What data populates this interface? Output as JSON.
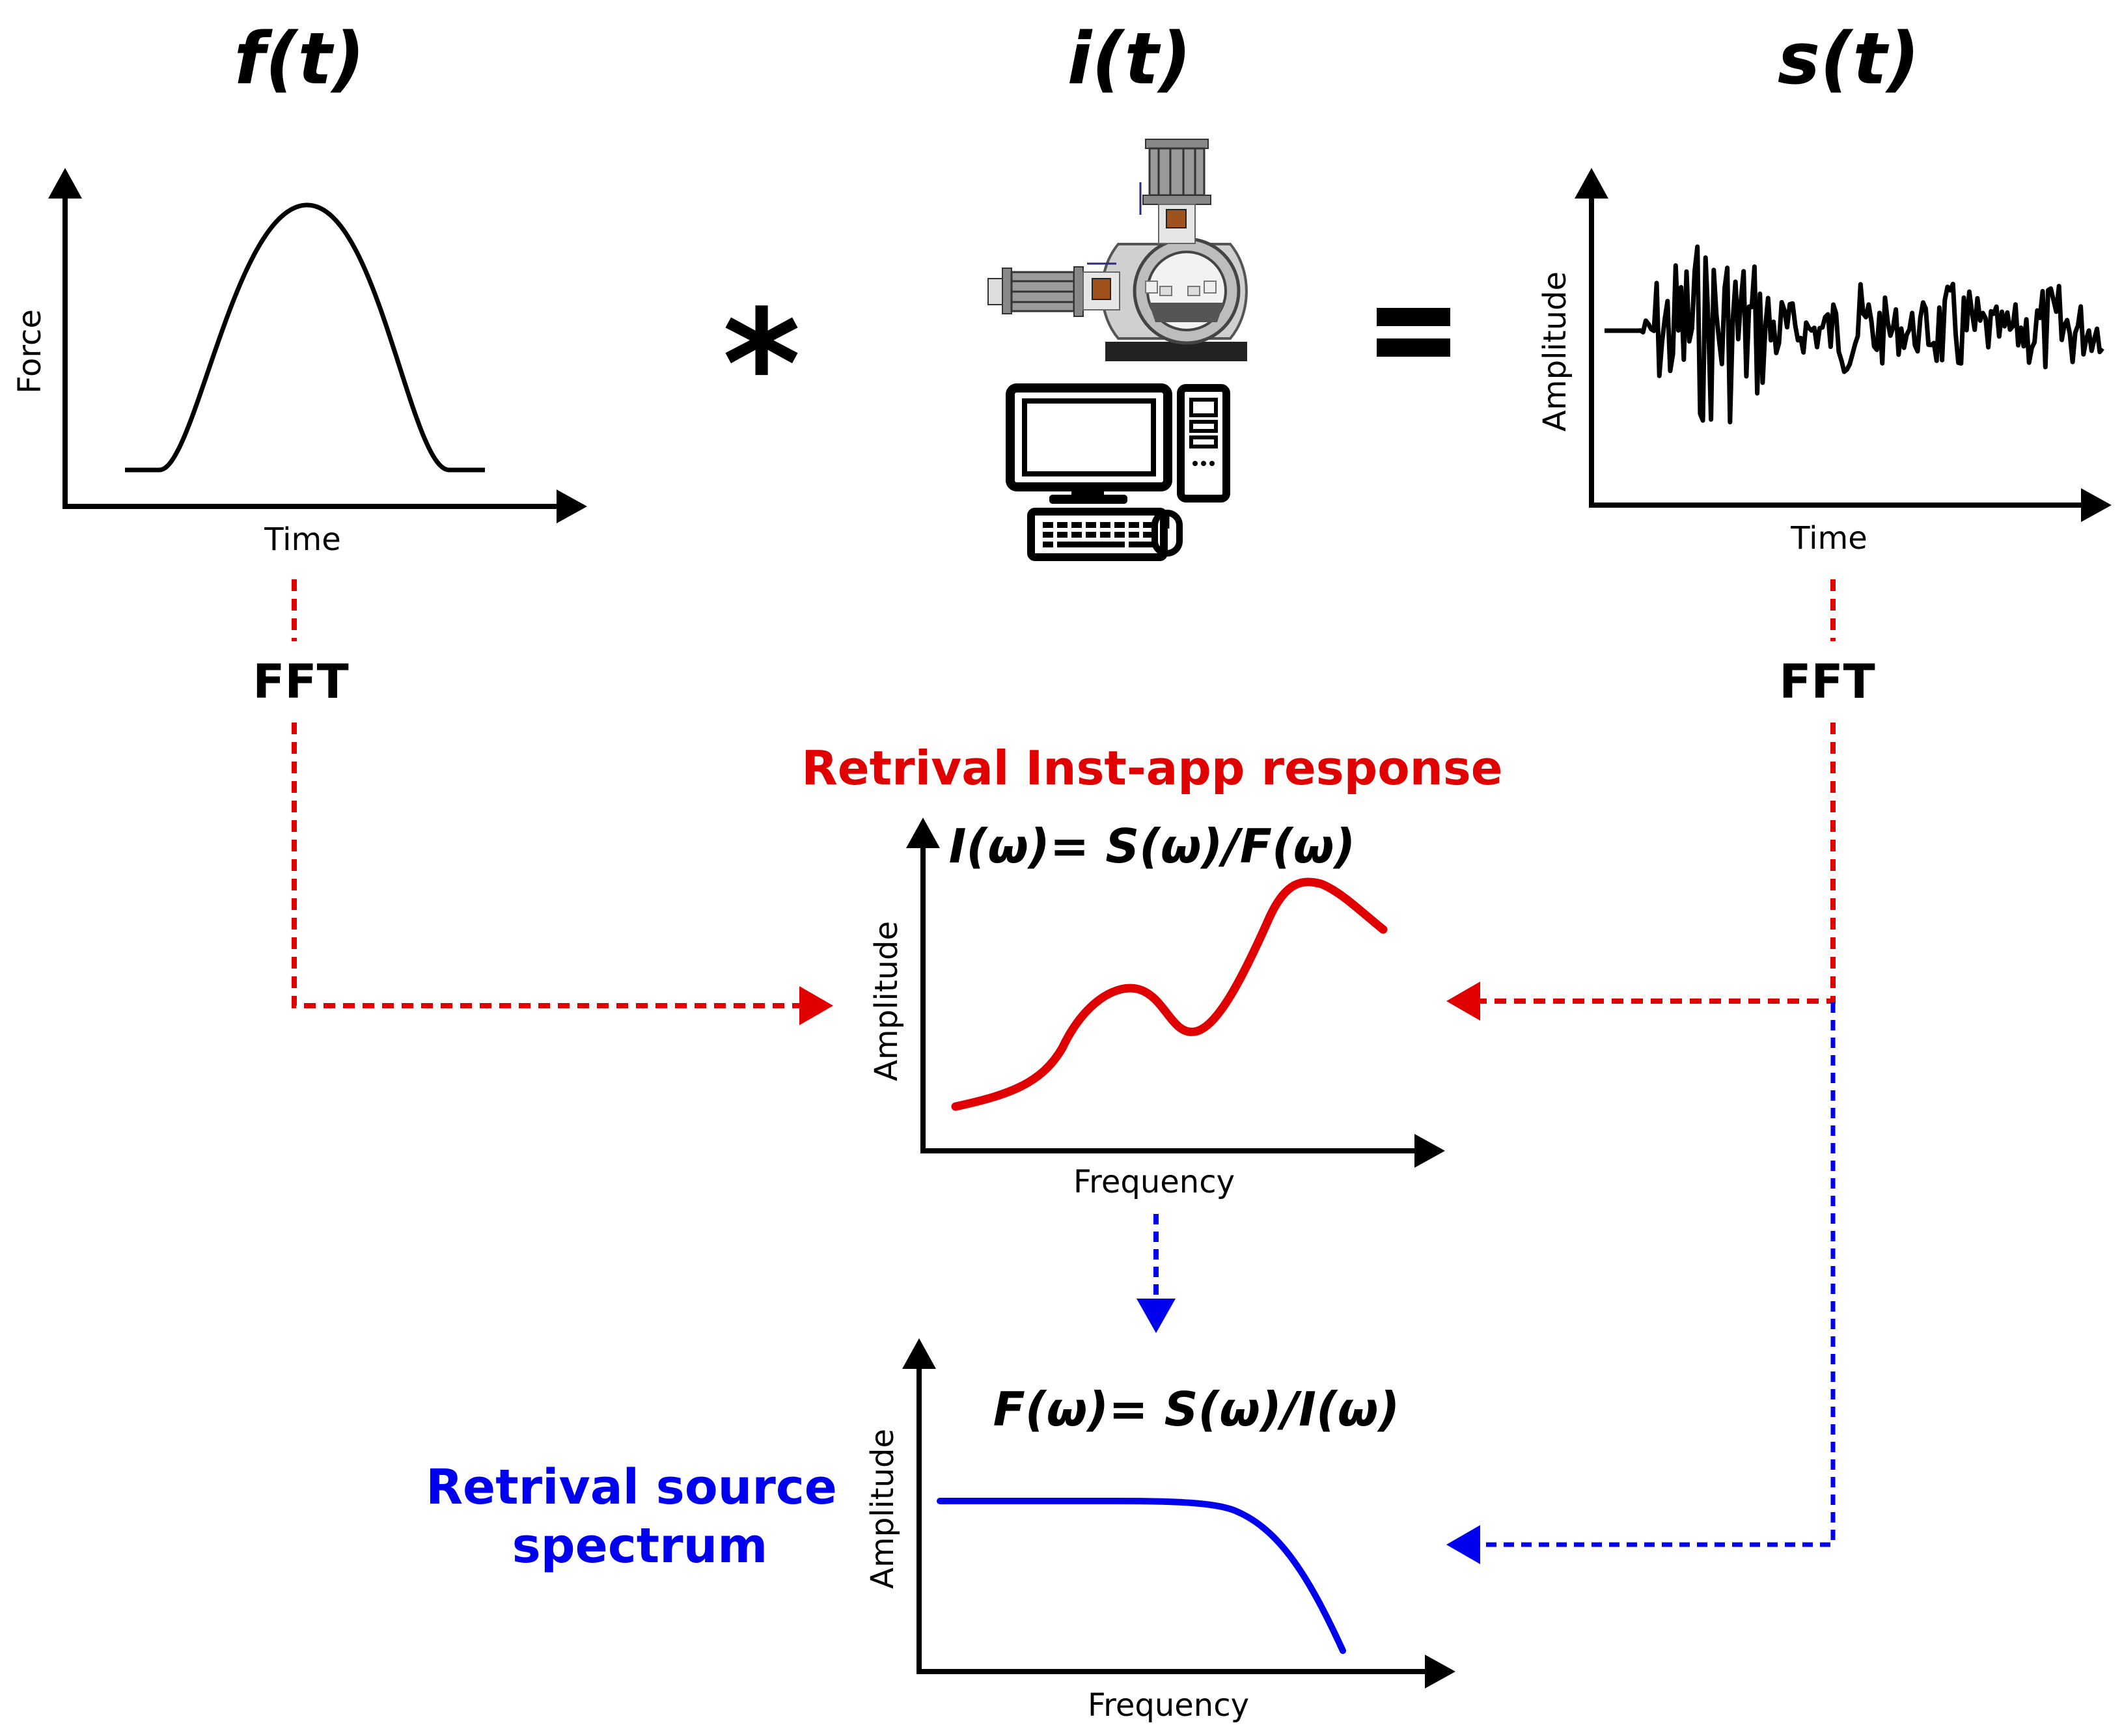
{
  "titles": {
    "force": "f(t)",
    "instrument": "i(t)",
    "signal": "s(t)"
  },
  "operators": {
    "convolution": "*",
    "equals": "="
  },
  "axes": {
    "force_y": "Force",
    "force_x": "Time",
    "signal_y": "Amplitude",
    "signal_x": "Time",
    "inst_y": "Amplitude",
    "inst_x": "Frequency",
    "source_y": "Amplitude",
    "source_x": "Frequency"
  },
  "fft": {
    "left": "FFT",
    "right": "FFT"
  },
  "headings": {
    "inst_response": "Retrival Inst-app response",
    "source_line1": "Retrival source",
    "source_line2": "spectrum"
  },
  "formulas": {
    "inst": "I(ω)= S(ω)/F(ω)",
    "source": "F(ω)= S(ω)/I(ω)"
  },
  "colors": {
    "red": "#e00000",
    "blue": "#0000ee",
    "black": "#000000",
    "gray": "#bdbdbd"
  },
  "icons": [
    "instrument-apparatus-icon",
    "desktop-computer-icon"
  ]
}
